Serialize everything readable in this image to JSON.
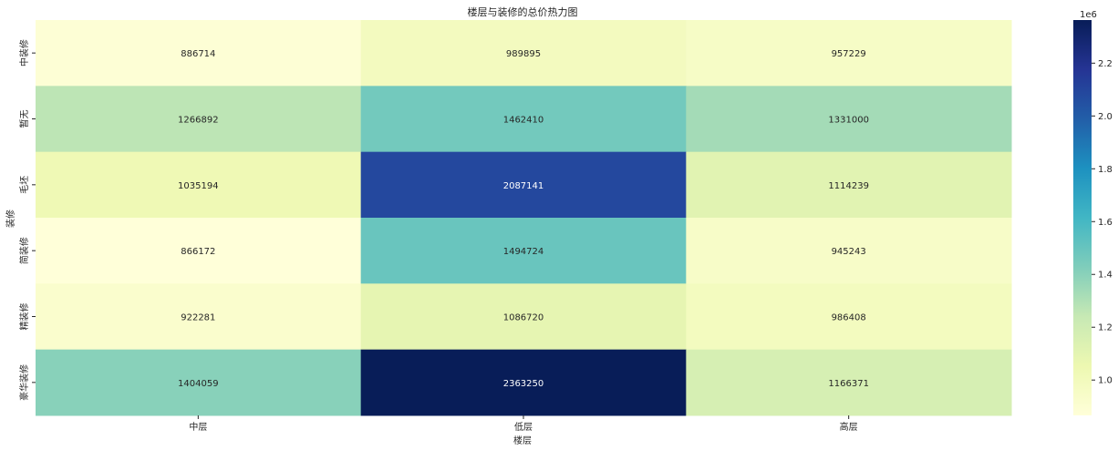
{
  "chart_data": {
    "type": "heatmap",
    "title": "楼层与装修的总价热力图",
    "xlabel": "楼层",
    "ylabel": "装修",
    "x_categories": [
      "中层",
      "低层",
      "高层"
    ],
    "y_categories": [
      "中装修",
      "暂无",
      "毛坯",
      "简装修",
      "精装修",
      "豪华装修"
    ],
    "values": [
      [
        886714,
        989895,
        957229
      ],
      [
        1266892,
        1462410,
        1331000
      ],
      [
        1035194,
        2087141,
        1114239
      ],
      [
        866172,
        1494724,
        945243
      ],
      [
        922281,
        1086720,
        986408
      ],
      [
        1404059,
        2363250,
        1166371
      ]
    ],
    "colormap": "YlGnBu",
    "color_range": [
      866172,
      2363250
    ],
    "colorbar": {
      "multiplier_label": "1e6",
      "ticks": [
        1.0,
        1.2,
        1.4,
        1.6,
        1.8,
        2.0,
        2.2
      ],
      "tick_labels": [
        "1.0",
        "1.2",
        "1.4",
        "1.6",
        "1.8",
        "2.0",
        "2.2"
      ]
    }
  }
}
